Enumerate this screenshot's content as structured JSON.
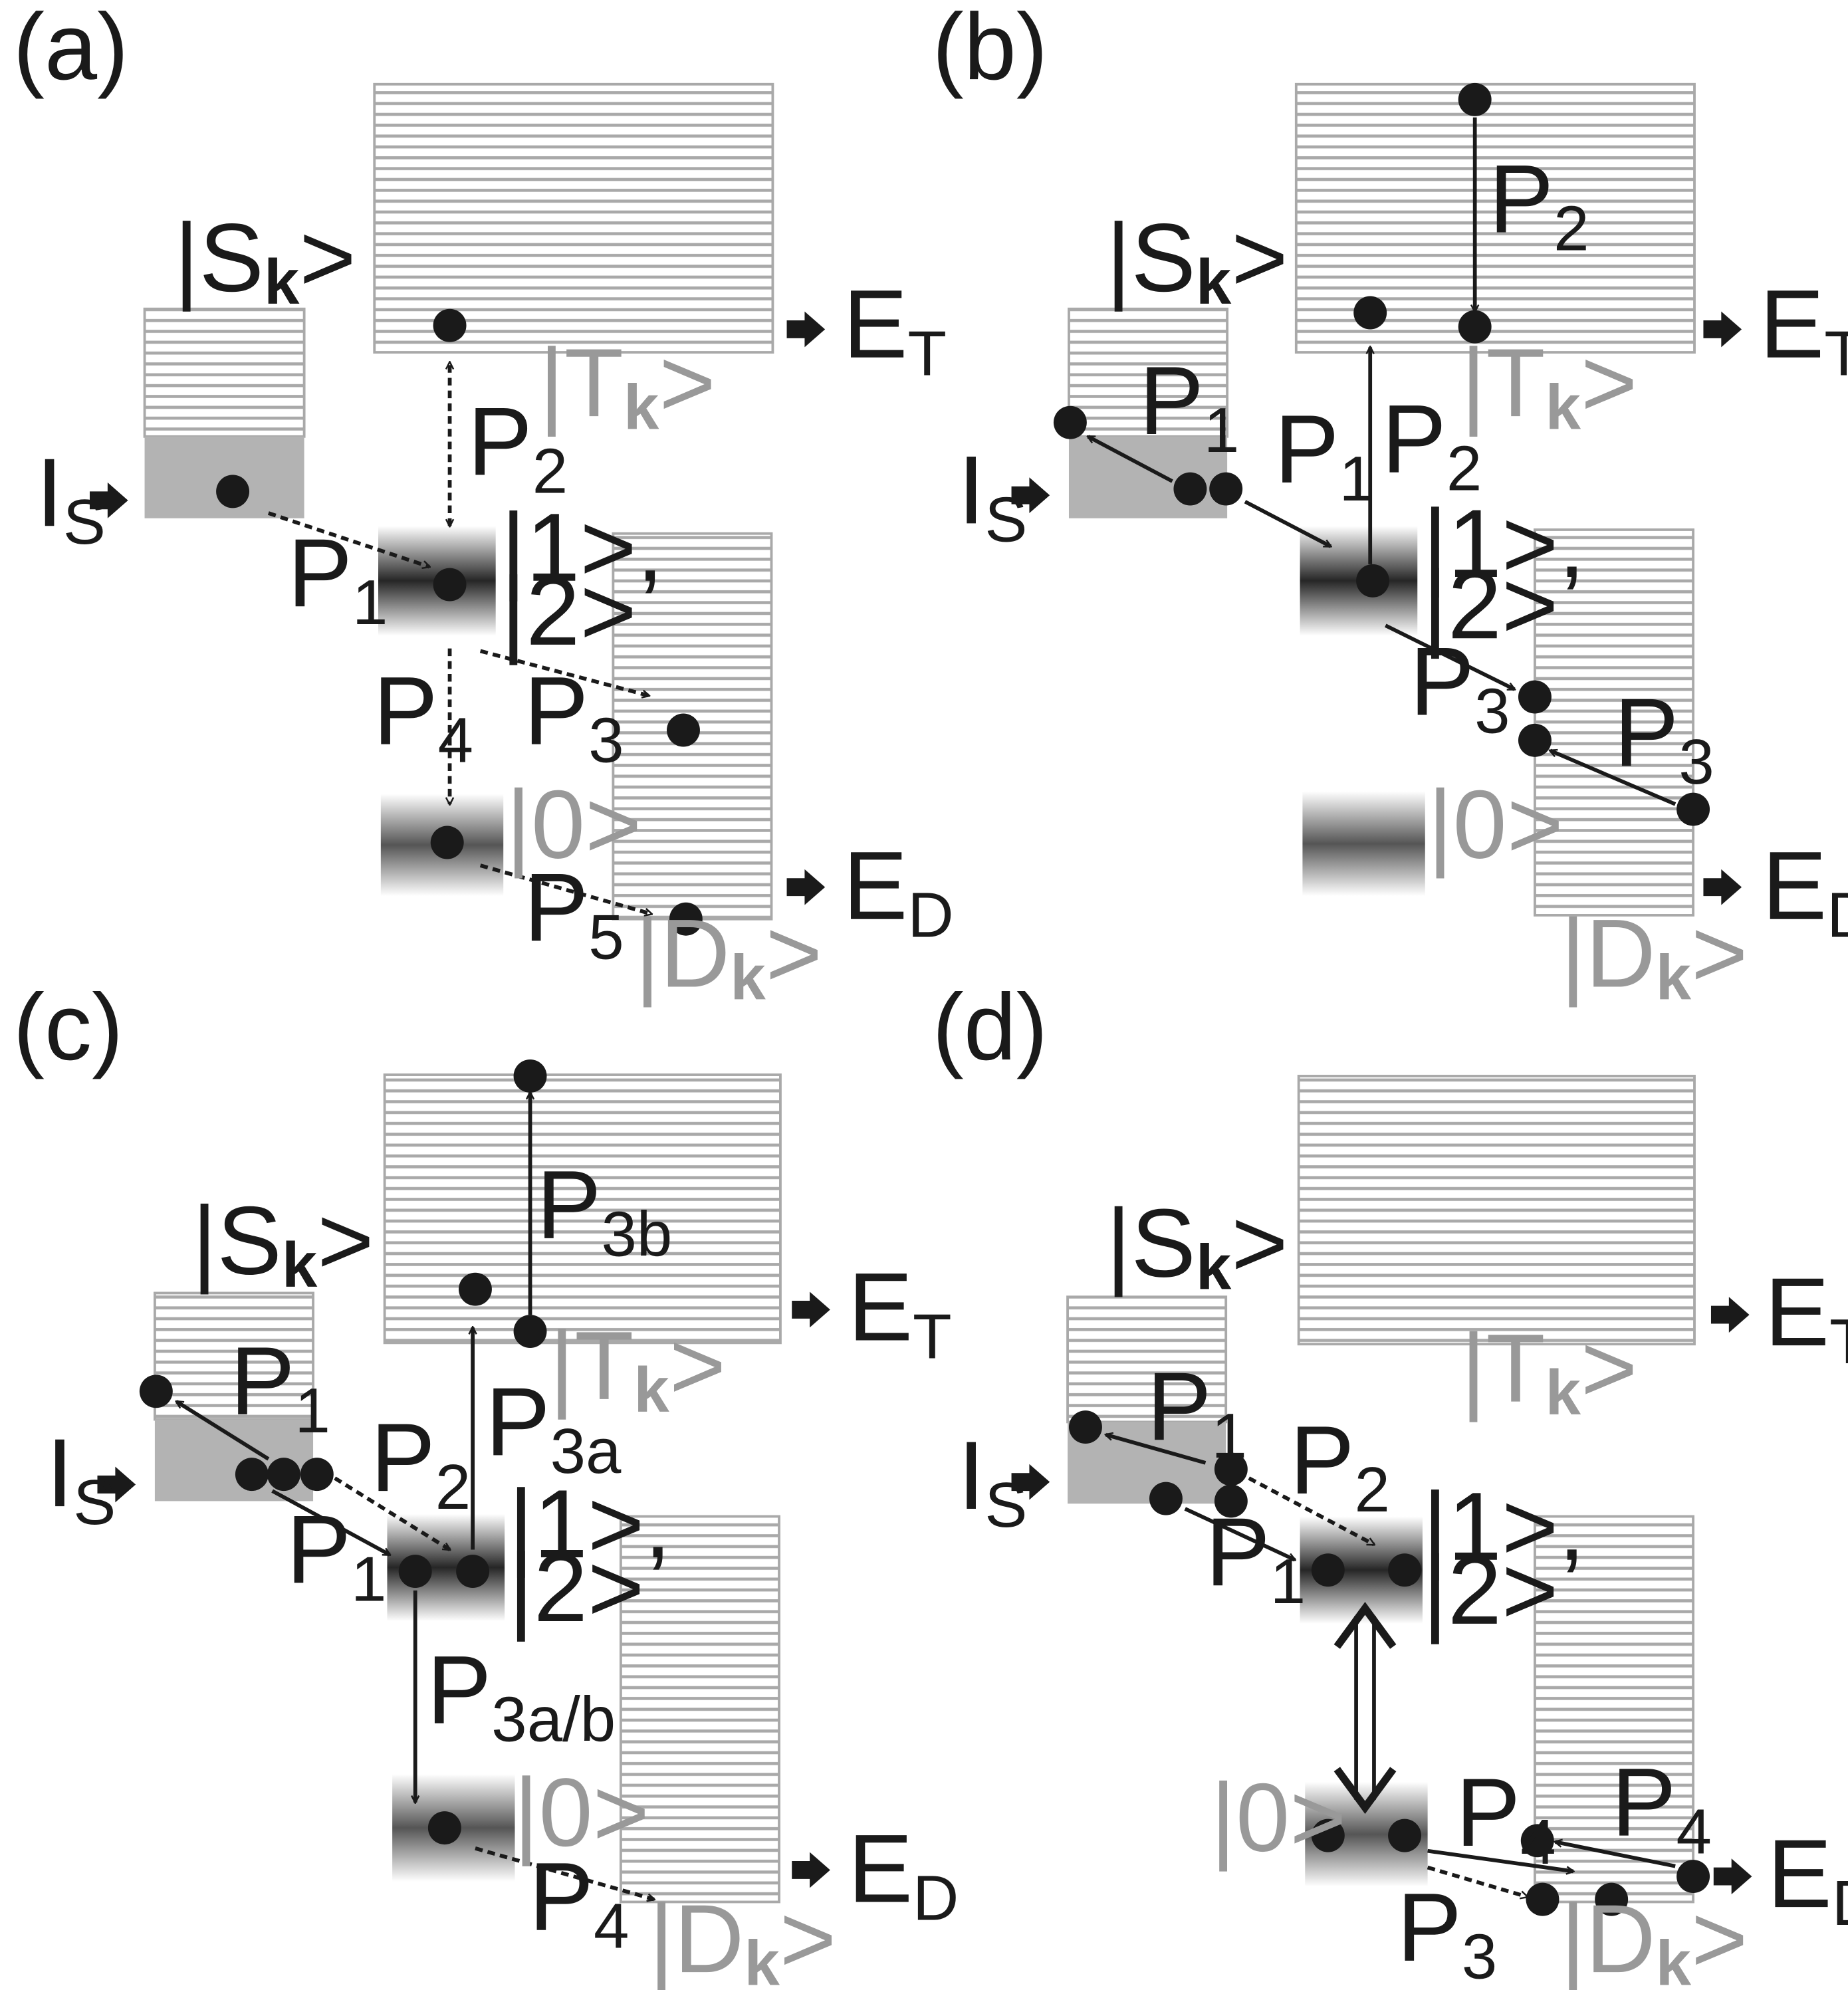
{
  "panels": {
    "a": {
      "tag": "(a)",
      "S_label": "|S",
      "S_sub": "k",
      "S_end": ">",
      "T_label": "|T",
      "T_sub": "k",
      "T_end": ">",
      "D_label": "|D",
      "D_sub": "k",
      "D_end": ">",
      "state12_line1": "|1>,",
      "state12_line2": "|2>",
      "state0": "|0>",
      "Is_main": "I",
      "Is_sub": "S",
      "ET_main": "E",
      "ET_sub": "T",
      "ED_main": "E",
      "ED_sub": "D",
      "P1": "P",
      "P1_sub": "1",
      "P2": "P",
      "P2_sub": "2",
      "P3": "P",
      "P3_sub": "3",
      "P4": "P",
      "P4_sub": "4",
      "P5": "P",
      "P5_sub": "5"
    },
    "b": {
      "tag": "(b)",
      "S_label": "|S",
      "S_sub": "k",
      "S_end": ">",
      "T_label": "|T",
      "T_sub": "k",
      "T_end": ">",
      "D_label": "|D",
      "D_sub": "k",
      "D_end": ">",
      "state12_line1": "|1>,",
      "state12_line2": "|2>",
      "state0": "|0>",
      "Is_main": "I",
      "Is_sub": "S",
      "ET_main": "E",
      "ET_sub": "T",
      "ED_main": "E",
      "ED_sub": "D",
      "P1a": "P",
      "P1a_sub": "1",
      "P1b": "P",
      "P1b_sub": "1",
      "P2a": "P",
      "P2a_sub": "2",
      "P2b": "P",
      "P2b_sub": "2",
      "P3a": "P",
      "P3a_sub": "3",
      "P3b": "P",
      "P3b_sub": "3"
    },
    "c": {
      "tag": "(c)",
      "S_label": "|S",
      "S_sub": "k",
      "S_end": ">",
      "T_label": "|T",
      "T_sub": "k",
      "T_end": ">",
      "D_label": "|D",
      "D_sub": "k",
      "D_end": ">",
      "state12_line1": "|1>,",
      "state12_line2": "|2>",
      "state0": "|0>",
      "Is_main": "I",
      "Is_sub": "S",
      "ET_main": "E",
      "ET_sub": "T",
      "ED_main": "E",
      "ED_sub": "D",
      "P1a": "P",
      "P1a_sub": "1",
      "P1b": "P",
      "P1b_sub": "1",
      "P2": "P",
      "P2_sub": "2",
      "P3a": "P",
      "P3a_sub": "3a",
      "P3b": "P",
      "P3b_sub": "3b",
      "P3ab": "P",
      "P3ab_sub": "3a/b",
      "P4": "P",
      "P4_sub": "4"
    },
    "d": {
      "tag": "(d)",
      "S_label": "|S",
      "S_sub": "k",
      "S_end": ">",
      "T_label": "|T",
      "T_sub": "k",
      "T_end": ">",
      "D_label": "|D",
      "D_sub": "k",
      "D_end": ">",
      "state12_line1": "|1>,",
      "state12_line2": "|2>",
      "state0": "|0>",
      "Is_main": "I",
      "Is_sub": "S",
      "ET_main": "E",
      "ET_sub": "T",
      "ED_main": "E",
      "ED_sub": "D",
      "P1a": "P",
      "P1a_sub": "1",
      "P1b": "P",
      "P1b_sub": "1",
      "P2": "P",
      "P2_sub": "2",
      "P3": "P",
      "P3_sub": "3",
      "P4a": "P",
      "P4a_sub": "4",
      "P4b": "P",
      "P4b_sub": "4"
    }
  },
  "colors": {
    "band_line": "#a9a9a9",
    "fill_grey": "#b3b3b3",
    "dot": "#1a1a1a",
    "state_dark": "#262626",
    "text_grey": "#999999"
  }
}
